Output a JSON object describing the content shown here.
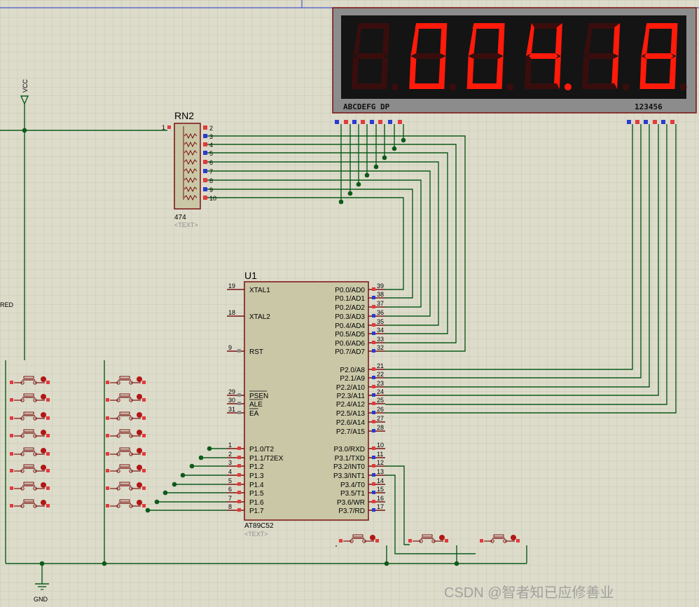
{
  "display": {
    "digits": [
      "",
      "0",
      "0",
      "4",
      "1",
      "8"
    ],
    "decimal_point_digit": 3,
    "segment_label": "ABCDEFG  DP",
    "common_label": "123456"
  },
  "rn2": {
    "ref": "RN2",
    "value": "474",
    "text_placeholder": "<TEXT>",
    "pins": [
      "1",
      "2",
      "3",
      "4",
      "5",
      "6",
      "7",
      "8",
      "9",
      "10"
    ]
  },
  "u1": {
    "ref": "U1",
    "part": "AT89C52",
    "text_placeholder": "<TEXT>",
    "left_pins": [
      {
        "num": "19",
        "name": "XTAL1"
      },
      {
        "num": "18",
        "name": "XTAL2"
      },
      {
        "num": "9",
        "name": "RST"
      },
      {
        "num": "29",
        "name": "PSEN"
      },
      {
        "num": "30",
        "name": "ALE"
      },
      {
        "num": "31",
        "name": "EA"
      },
      {
        "num": "1",
        "name": "P1.0/T2"
      },
      {
        "num": "2",
        "name": "P1.1/T2EX"
      },
      {
        "num": "3",
        "name": "P1.2"
      },
      {
        "num": "4",
        "name": "P1.3"
      },
      {
        "num": "5",
        "name": "P1.4"
      },
      {
        "num": "6",
        "name": "P1.5"
      },
      {
        "num": "7",
        "name": "P1.6"
      },
      {
        "num": "8",
        "name": "P1.7"
      }
    ],
    "right_pins": [
      {
        "num": "39",
        "name": "P0.0/AD0"
      },
      {
        "num": "38",
        "name": "P0.1/AD1"
      },
      {
        "num": "37",
        "name": "P0.2/AD2"
      },
      {
        "num": "36",
        "name": "P0.3/AD3"
      },
      {
        "num": "35",
        "name": "P0.4/AD4"
      },
      {
        "num": "34",
        "name": "P0.5/AD5"
      },
      {
        "num": "33",
        "name": "P0.6/AD6"
      },
      {
        "num": "32",
        "name": "P0.7/AD7"
      },
      {
        "num": "21",
        "name": "P2.0/A8"
      },
      {
        "num": "22",
        "name": "P2.1/A9"
      },
      {
        "num": "23",
        "name": "P2.2/A10"
      },
      {
        "num": "24",
        "name": "P2.3/A11"
      },
      {
        "num": "25",
        "name": "P2.4/A12"
      },
      {
        "num": "26",
        "name": "P2.5/A13"
      },
      {
        "num": "27",
        "name": "P2.6/A14"
      },
      {
        "num": "28",
        "name": "P2.7/A15"
      },
      {
        "num": "10",
        "name": "P3.0/RXD"
      },
      {
        "num": "11",
        "name": "P3.1/TXD"
      },
      {
        "num": "12",
        "name": "P3.2/INT0"
      },
      {
        "num": "13",
        "name": "P3.3/INT1"
      },
      {
        "num": "14",
        "name": "P3.4/T0"
      },
      {
        "num": "15",
        "name": "P3.5/T1"
      },
      {
        "num": "16",
        "name": "P3.6/WR"
      },
      {
        "num": "17",
        "name": "P3.7/RD"
      }
    ]
  },
  "labels": {
    "vcc": "VCC",
    "gnd": "GND",
    "red": "RED"
  },
  "watermark": "CSDN @智者知已应修善业"
}
